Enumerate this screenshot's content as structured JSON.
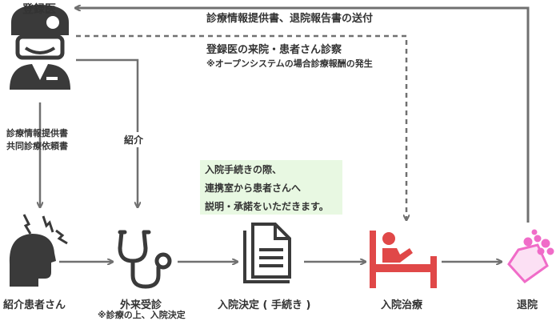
{
  "nodes": {
    "doctor": "登録医",
    "patient": "紹介患者さん",
    "outpatient": "外来受診",
    "outpatient_note": "※診療の上、入院決定",
    "admission": "入院決定 ( 手続き )",
    "treatment": "入院治療",
    "discharge": "退院"
  },
  "edges": {
    "top_return": "診療情報提供書、退院報告書の送付",
    "visit_title": "登録医の来院・患者さん診察",
    "visit_note": "※オープンシステムの場合診療報酬の発生",
    "doc_to_patient_1": "診療情報提供書",
    "doc_to_patient_2": "共同診療依頼書",
    "referral": "紹介"
  },
  "note_box": {
    "line1": "入院手続きの際、",
    "line2": "連携室から患者さんへ",
    "line3": "説明・承諾をいただきます。"
  },
  "colors": {
    "arrow": "#707070",
    "icon_dark": "#3a3a3a",
    "bed_red": "#e04848",
    "flower_pink": "#f06cc8",
    "note_bg": "#e8f8e2"
  }
}
